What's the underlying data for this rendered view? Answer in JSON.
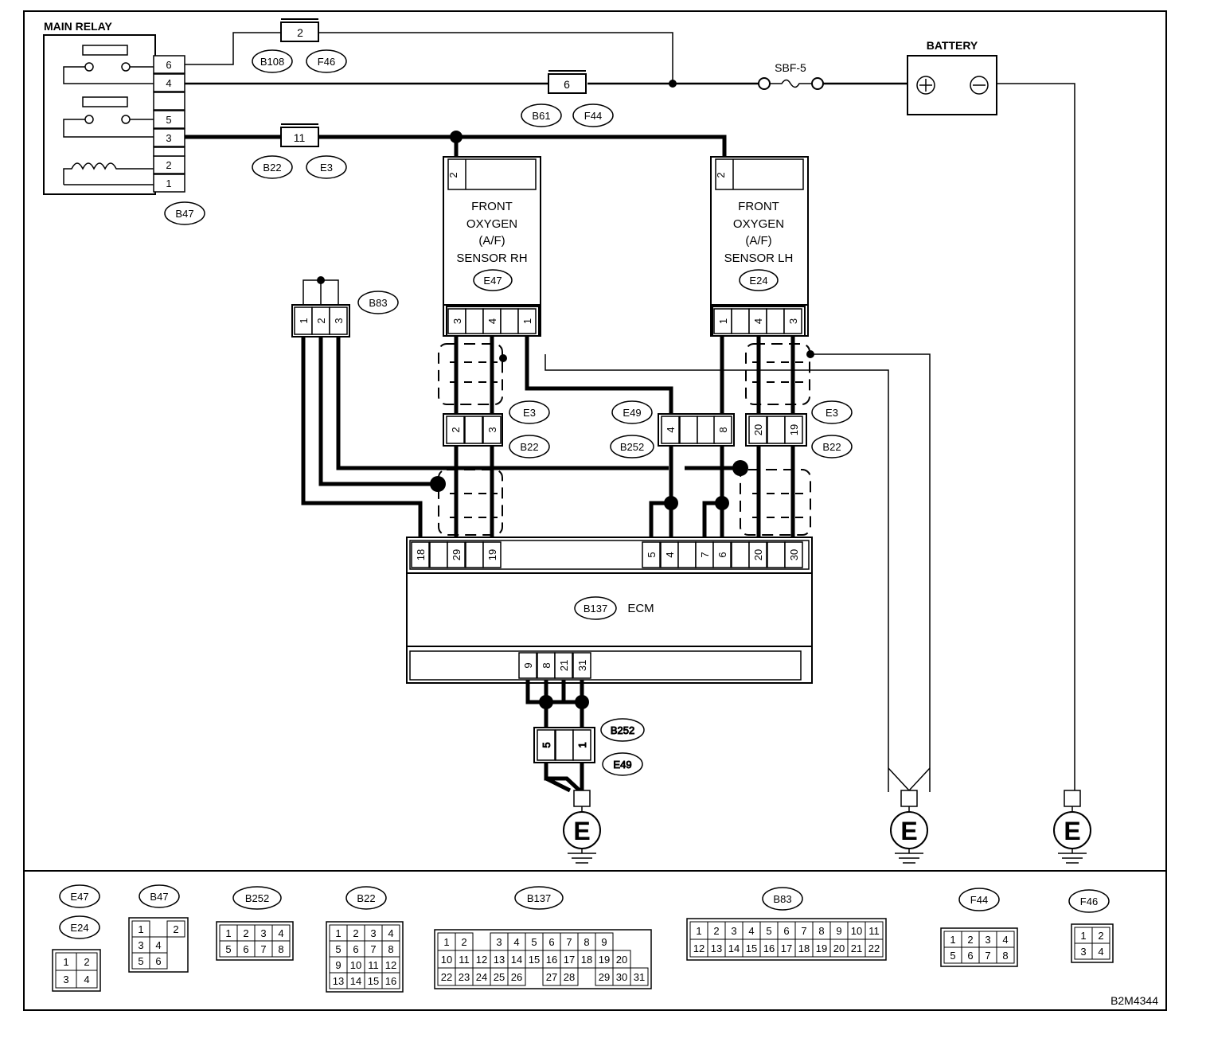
{
  "labels": {
    "main_relay": "MAIN RELAY",
    "battery": "BATTERY",
    "sbf": "SBF-5",
    "ecm": "ECM",
    "sensor_rh": [
      "FRONT",
      "OXYGEN",
      "(A/F)",
      "SENSOR RH"
    ],
    "sensor_lh": [
      "FRONT",
      "OXYGEN",
      "(A/F)",
      "SENSOR LH"
    ],
    "ground": "E",
    "figure_id": "B2M4344"
  },
  "relay_pins": [
    "6",
    "4",
    "",
    "5",
    "3",
    "2",
    "1"
  ],
  "connector_tags": {
    "b47": "B47",
    "b108": "B108",
    "f46": "F46",
    "b61": "B61",
    "f44": "F44",
    "b22": "B22",
    "e3": "E3",
    "e47": "E47",
    "e24": "E24",
    "b83": "B83",
    "e49": "E49",
    "b252": "B252",
    "b137": "B137"
  },
  "inline_pins": {
    "b108_f46": "2",
    "b61_f44": "6",
    "b22_e3": "11",
    "rh_top": "2",
    "lh_top": "2",
    "rh_bottom": [
      "3",
      "4",
      "1"
    ],
    "lh_bottom": [
      "1",
      "4",
      "3"
    ],
    "b83": [
      "1",
      "2",
      "3"
    ],
    "b22_left": [
      "2",
      "3"
    ],
    "b252_mid": [
      "4",
      "8"
    ],
    "b22_right": [
      "20",
      "19"
    ],
    "ecm_top": [
      "18",
      "29",
      "19",
      "5",
      "4",
      "7",
      "6",
      "20",
      "30"
    ],
    "ecm_bottom": [
      "9",
      "8",
      "21",
      "31"
    ],
    "b252_bottom": [
      "5",
      "1"
    ]
  },
  "legend": [
    {
      "tags": [
        "E47",
        "E24"
      ],
      "rows": [
        [
          "1",
          "2"
        ],
        [
          "3",
          "4"
        ]
      ]
    },
    {
      "tags": [
        "B47"
      ],
      "rows": [
        [
          "1",
          "",
          "2"
        ],
        [
          "3",
          "4"
        ],
        [
          "5",
          "6"
        ]
      ]
    },
    {
      "tags": [
        "B252"
      ],
      "rows": [
        [
          "1",
          "2",
          "3",
          "4"
        ],
        [
          "5",
          "6",
          "7",
          "8"
        ]
      ]
    },
    {
      "tags": [
        "B22"
      ],
      "rows": [
        [
          "1",
          "2",
          "3",
          "4"
        ],
        [
          "5",
          "6",
          "7",
          "8"
        ],
        [
          "9",
          "10",
          "11",
          "12"
        ],
        [
          "13",
          "14",
          "15",
          "16"
        ]
      ]
    },
    {
      "tags": [
        "B137"
      ],
      "rows": [
        [
          "1",
          "2",
          "",
          "3",
          "4",
          "5",
          "6",
          "7",
          "8",
          "9"
        ],
        [
          "10",
          "11",
          "12",
          "13",
          "14",
          "15",
          "16",
          "17",
          "18",
          "19",
          "20"
        ],
        [
          "22",
          "23",
          "24",
          "25",
          "26",
          "",
          "27",
          "28",
          "",
          "29",
          "30",
          "31"
        ]
      ]
    },
    {
      "tags": [
        "B83"
      ],
      "rows": [
        [
          "1",
          "2",
          "3",
          "4",
          "5",
          "6",
          "7",
          "8",
          "9",
          "10",
          "11"
        ],
        [
          "12",
          "13",
          "14",
          "15",
          "16",
          "17",
          "18",
          "19",
          "20",
          "21",
          "22"
        ]
      ]
    },
    {
      "tags": [
        "F44"
      ],
      "rows": [
        [
          "1",
          "2",
          "3",
          "4"
        ],
        [
          "5",
          "6",
          "7",
          "8"
        ]
      ]
    },
    {
      "tags": [
        "F46"
      ],
      "rows": [
        [
          "1",
          "2"
        ],
        [
          "3",
          "4"
        ]
      ]
    }
  ]
}
